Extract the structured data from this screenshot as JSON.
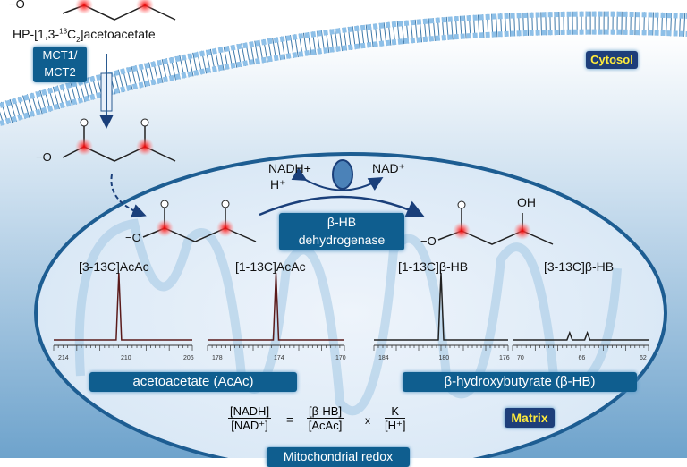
{
  "top_molecule": {
    "label": "HP-[1,3-13C2]acetoacetate",
    "charge": "−O"
  },
  "transporter": {
    "label_line1": "MCT1/",
    "label_line2": "MCT2"
  },
  "compartments": {
    "cytosol": "Cytosol",
    "matrix": "Matrix"
  },
  "cytosol_molecule": {
    "charge": "−O"
  },
  "enzyme": {
    "nadh": "NADH+",
    "h": "H⁺",
    "nad": "NAD⁺",
    "label_line1": "β-HB",
    "label_line2": "dehydrogenase"
  },
  "acac_molecule": {
    "charge": "−O"
  },
  "bhb_molecule": {
    "charge": "−O",
    "oh": "OH"
  },
  "spectra": [
    {
      "label": "[3-13C]AcAc",
      "ticks": [
        "214",
        "210",
        "206"
      ]
    },
    {
      "label": "[1-13C]AcAc",
      "ticks": [
        "178",
        "174",
        "170"
      ]
    },
    {
      "label": "[1-13C]β-HB",
      "ticks": [
        "184",
        "180",
        "176"
      ]
    },
    {
      "label": "[3-13C]β-HB",
      "ticks": [
        "70",
        "66",
        "62"
      ]
    }
  ],
  "groups": {
    "acac": "acetoacetate (AcAc)",
    "bhb": "β-hydroxybutyrate (β-HB)"
  },
  "equation": {
    "lhs_num": "[NADH]",
    "lhs_den": "[NAD⁺]",
    "eq": "=",
    "r1_num": "[β-HB]",
    "r1_den": "[AcAc]",
    "times": "x",
    "r2_num": "K",
    "r2_den": "[H⁺]"
  },
  "footer": {
    "label": "Mitochondrial redox"
  }
}
